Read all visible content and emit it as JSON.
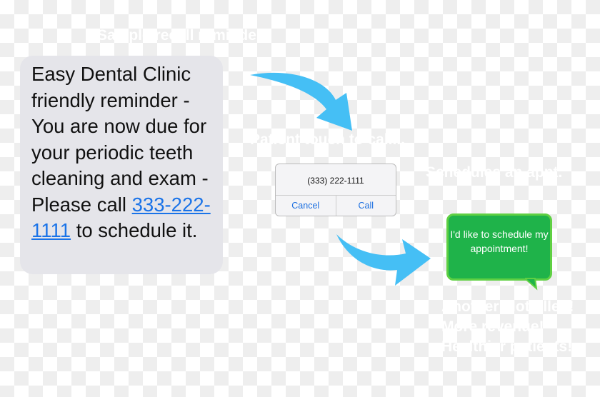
{
  "labels": {
    "sample": "Sample recall reminder",
    "touch": "Patient touch to call...",
    "schedules": "Schedules an appt.",
    "outcome1": "Another slot filled!",
    "outcome2": "More revenue!",
    "outcome3": "Healthier patients!"
  },
  "sms": {
    "text_before": "Easy Dental Clinic friendly reminder - You are now due for your periodic teeth cleaning and exam - Please call ",
    "phone_link": "333-222-1111",
    "text_after": " to schedule it."
  },
  "dialog": {
    "number": "(333) 222-1111",
    "cancel": "Cancel",
    "call": "Call"
  },
  "reply": {
    "text": "I'd like to schedule my appointment!"
  },
  "colors": {
    "arrow": "#45bff5",
    "bubble": "#1fb34a",
    "link": "#1a73e8"
  }
}
